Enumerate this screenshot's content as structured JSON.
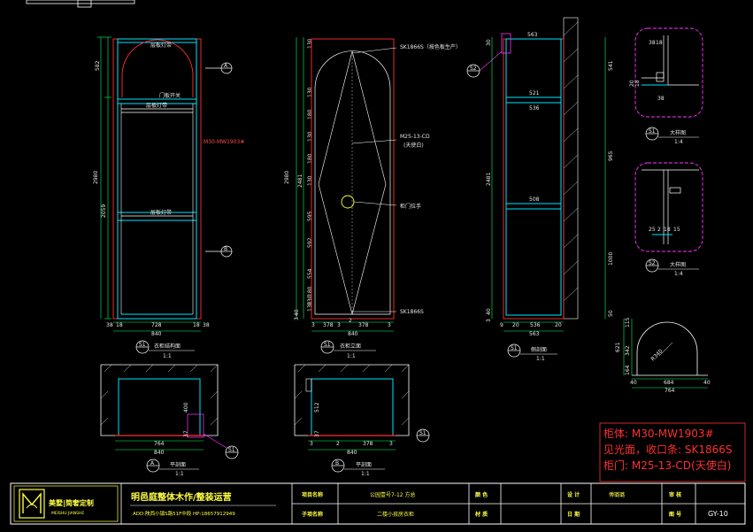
{
  "views": {
    "structure": {
      "top_label": "层板灯带",
      "door_label": "门板开关",
      "mid_label": "层板灯带",
      "shelf_label": "层板灯带",
      "material_code": "M30-MW1903#",
      "title": "衣柜结构面",
      "scale": "1:1",
      "marker": "S1",
      "section_a": "A",
      "section_b": "B",
      "dims_left": [
        "582",
        "2980",
        "2059"
      ],
      "dims_bottom": [
        "38",
        "18",
        "728",
        "18",
        "38"
      ],
      "dim_total": "840"
    },
    "elevation": {
      "note_top": "SK1866S（按色板生产）",
      "note_mid_1": "M25-13-CD",
      "note_mid_2": "(天使白)",
      "note_handle": "柜门拉手",
      "note_bottom": "SK1866S",
      "title": "衣柜立面",
      "scale": "1:1",
      "marker": "S1",
      "dims_left": [
        "130",
        "130",
        "180",
        "130",
        "180",
        "130",
        "595",
        "592",
        "554",
        "180",
        "130",
        "130",
        "40",
        "3"
      ],
      "dim_height": "2980",
      "dim_mid": "2481",
      "dims_bottom": [
        "3",
        "378",
        "3",
        "378",
        "3"
      ],
      "dim_center": "2",
      "dim_total": "840"
    },
    "side": {
      "marker_top": "S2",
      "title": "侧剖面",
      "scale": "1:1",
      "marker": "S1",
      "widths": [
        "563",
        "521",
        "536",
        "508"
      ],
      "dims_bottom": [
        "9",
        "20",
        "536",
        "20",
        "563"
      ],
      "dims_left": [
        "30",
        "2481",
        "40",
        "3"
      ],
      "dims_right": [
        "541",
        "965",
        "1000",
        "50"
      ]
    },
    "detail_1": {
      "dims": [
        "38",
        "18",
        "38"
      ],
      "dims_v": [
        "20",
        "18"
      ],
      "title": "大样图",
      "scale": "1:4",
      "marker": "S1"
    },
    "detail_2": {
      "dims": [
        "25",
        "2",
        "18",
        "15"
      ],
      "title": "大样图",
      "scale": "1:4",
      "marker": "S2"
    },
    "arch": {
      "dims_left": [
        "115",
        "621",
        "342",
        "164"
      ],
      "dims_bottom": [
        "40",
        "684",
        "40"
      ],
      "dim_total": "764",
      "radius": "R340"
    },
    "plan_a": {
      "dims_v": [
        "400",
        "37"
      ],
      "dims_bottom": [
        "764",
        "840"
      ],
      "title": "平剖面",
      "scale": "1:1",
      "marker": "A",
      "callout": "S1"
    },
    "plan_b": {
      "dims_v": [
        "512",
        "37"
      ],
      "dims_bottom": [
        "3",
        "2",
        "378",
        "3"
      ],
      "dim_total": "840",
      "title": "平剖面",
      "scale": "1:1",
      "marker": "B",
      "callout": "S1"
    }
  },
  "material_notes": [
    "柜体: M30-MW1903#",
    "见光面，收口条: SK1866S",
    "柜门: M25-13-CD(天使白)"
  ],
  "title_block": {
    "logo_cn": "美墅|简奢定制",
    "logo_sub": "MEISHU JIANSHE",
    "company": "明邑庭整体木作/整装运营",
    "address": "ADD:陕西小镇S路51F中段  HP:18657912949",
    "project_label": "项目名称",
    "project_value": "公园壹号7-12  方总",
    "subproject_label": "子项名称",
    "subproject_value": "二楼小孩房衣柜",
    "color_label": "颜 色",
    "color_value": "",
    "material_label": "材 质",
    "material_value": "",
    "design_label": "设 计",
    "design_value": "傅璐璐",
    "date_label": "日 期",
    "date_value": "",
    "review_label": "审 核",
    "review_value": "",
    "drawing_no_label": "图 号",
    "drawing_no_value": "GY-10"
  },
  "colors": {
    "background": "#000000",
    "frame": "#ffffff",
    "panel": "#00e5ff",
    "red": "#ff3030",
    "yellow": "#ffff44",
    "magenta": "#ff33ff",
    "dim": "#00ff66"
  }
}
